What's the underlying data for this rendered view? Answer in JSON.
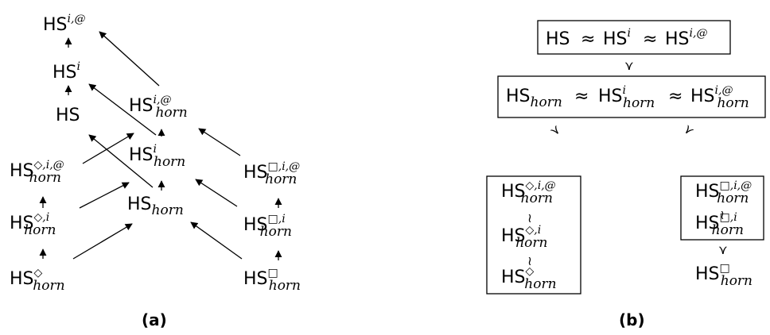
{
  "base": "HS",
  "sub": "horn",
  "rel": {
    "approx": "≈",
    "wave": "≀",
    "succ": "⋎"
  },
  "captions": {
    "a": "(a)",
    "b": "(b)"
  },
  "diagram_a": {
    "nodes": [
      {
        "id": "hs-i-at",
        "sup": "i,@",
        "sub": ""
      },
      {
        "id": "hs-i",
        "sup": "i",
        "sub": ""
      },
      {
        "id": "hs",
        "sup": "",
        "sub": ""
      },
      {
        "id": "hs-horn-i-at",
        "sup": "i,@",
        "sub": "horn"
      },
      {
        "id": "hs-horn-i",
        "sup": "i",
        "sub": "horn"
      },
      {
        "id": "hs-horn",
        "sup": "",
        "sub": "horn"
      },
      {
        "id": "hs-horn-dia-i-at",
        "sup": "◇,i,@",
        "sub": "horn"
      },
      {
        "id": "hs-horn-dia-i",
        "sup": "◇,i",
        "sub": "horn"
      },
      {
        "id": "hs-horn-dia",
        "sup": "◇",
        "sub": "horn"
      },
      {
        "id": "hs-horn-box-i-at",
        "sup": "□,i,@",
        "sub": "horn"
      },
      {
        "id": "hs-horn-box-i",
        "sup": "□,i",
        "sub": "horn"
      },
      {
        "id": "hs-horn-box",
        "sup": "□",
        "sub": "horn"
      }
    ]
  },
  "diagram_b": {
    "row1": [
      {
        "sup": "",
        "sub": ""
      },
      {
        "sup": "i",
        "sub": ""
      },
      {
        "sup": "i,@",
        "sub": ""
      }
    ],
    "row2": [
      {
        "sup": "",
        "sub": "horn"
      },
      {
        "sup": "i",
        "sub": "horn"
      },
      {
        "sup": "i,@",
        "sub": "horn"
      }
    ],
    "left_box": [
      {
        "sup": "◇,i,@",
        "sub": "horn"
      },
      {
        "sup": "◇,i",
        "sub": "horn"
      },
      {
        "sup": "◇",
        "sub": "horn"
      }
    ],
    "right_box": [
      {
        "sup": "□,i,@",
        "sub": "horn"
      },
      {
        "sup": "□,i",
        "sub": "horn"
      }
    ],
    "right_bottom": {
      "sup": "□",
      "sub": "horn"
    }
  }
}
